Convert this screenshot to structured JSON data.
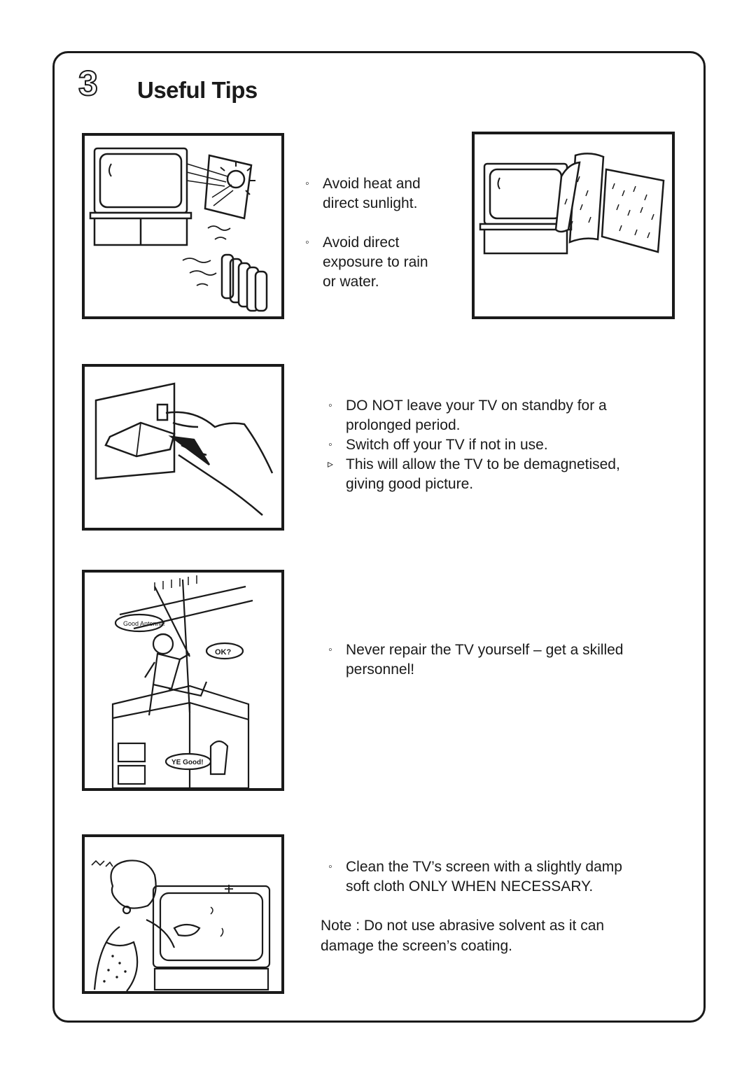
{
  "header": {
    "section_number": "3",
    "title": "Useful Tips"
  },
  "tips_block_1": {
    "items": [
      {
        "bullet": "◦",
        "text_lines": [
          "Avoid heat and",
          "direct sunlight."
        ]
      },
      {
        "bullet": "◦",
        "text_lines": [
          "Avoid direct",
          "exposure to rain",
          "or water."
        ]
      }
    ]
  },
  "tips_block_2": {
    "items": [
      {
        "bullet": "◦",
        "text_lines": [
          "DO NOT leave your TV on standby for a",
          "prolonged period."
        ]
      },
      {
        "bullet": "◦",
        "text_lines": [
          "Switch off your TV if not in use."
        ]
      },
      {
        "bullet": "▹",
        "text_lines": [
          "This will allow the TV to be demagnetised,",
          "giving good picture."
        ]
      }
    ]
  },
  "tips_block_3": {
    "items": [
      {
        "bullet": "◦",
        "text_lines": [
          "Never repair the TV yourself – get a skilled",
          "personnel!"
        ]
      }
    ]
  },
  "tips_block_4": {
    "items": [
      {
        "bullet": "◦",
        "text_lines": [
          "Clean the TV’s screen with a slightly damp",
          "soft cloth ONLY WHEN NECESSARY."
        ]
      }
    ],
    "note_lines": [
      "Note : Do not use abrasive solvent as it can",
      "damage the screen’s coating."
    ]
  },
  "illustration_text": {
    "speech_ok": "OK?",
    "speech_good": "YE Good!",
    "speech_antenna": "Good Antenna!"
  }
}
